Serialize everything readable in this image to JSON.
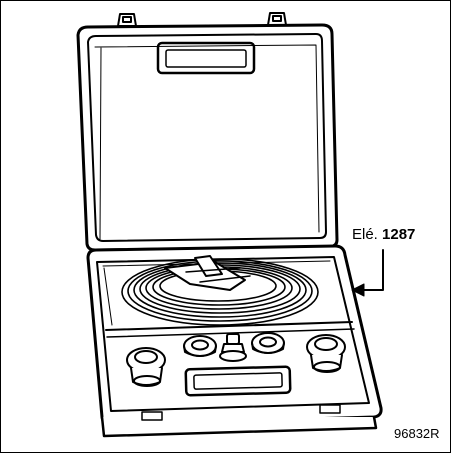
{
  "illustration": {
    "subject": "tool-case",
    "callout": {
      "prefix": "Elé.",
      "number": "1287"
    },
    "reference_code": "96832R",
    "colors": {
      "line": "#000000",
      "fill": "#ffffff"
    }
  }
}
